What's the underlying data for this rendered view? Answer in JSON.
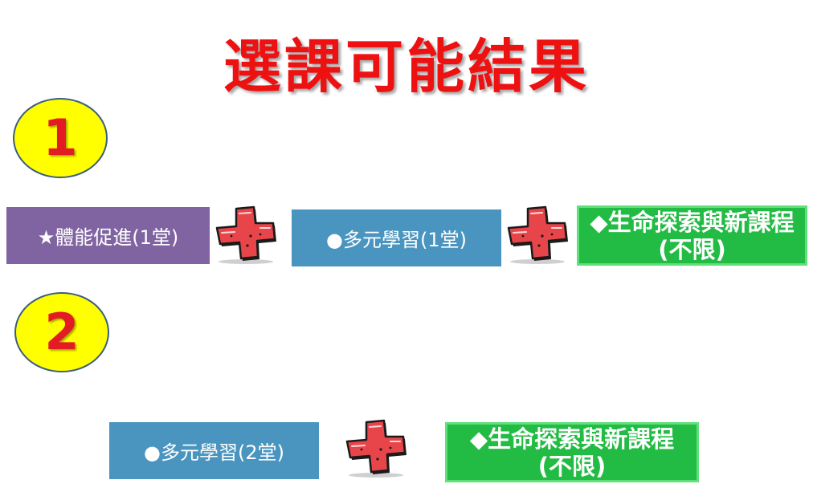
{
  "title": "選課可能結果",
  "option1": {
    "number": "1",
    "items": [
      "★體能促進(1堂)",
      "●多元學習(1堂)",
      "◆生命探索與新課程(不限)"
    ]
  },
  "option2": {
    "number": "2",
    "items": [
      "●多元學習(2堂)",
      "◆生命探索與新課程(不限)"
    ]
  },
  "icons": {
    "plus": "plus-icon"
  },
  "colors": {
    "title": "#ee1111",
    "circle_fill": "#ffff00",
    "number": "#e31b23",
    "purple_box": "#8064a2",
    "blue_box": "#4a95bf",
    "green_box": "#22bb44",
    "plus_fill": "#e8454a"
  }
}
